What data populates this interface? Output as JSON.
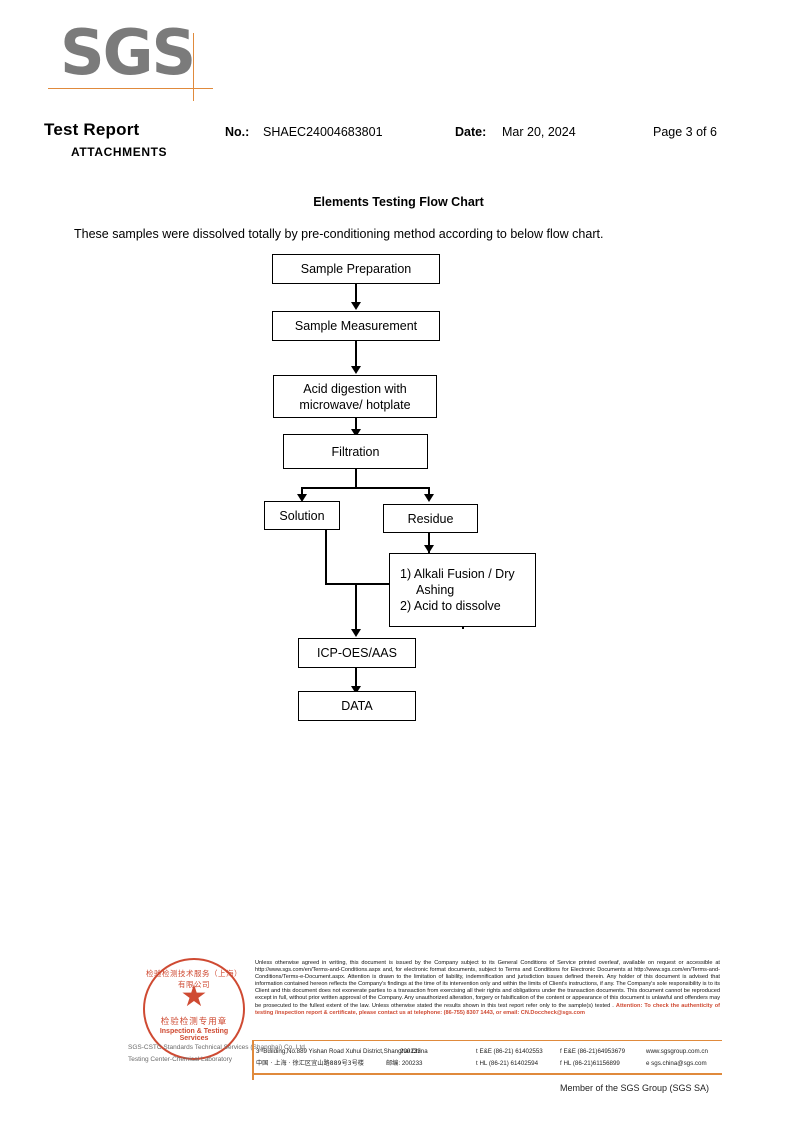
{
  "header": {
    "logo_text": "SGS",
    "title": "Test Report",
    "attachments_label": "ATTACHMENTS",
    "no_label": "No.:",
    "no_value": "SHAEC24004683801",
    "date_label": "Date:",
    "date_value": "Mar 20, 2024",
    "page_info": "Page 3 of 6"
  },
  "section": {
    "flow_title": "Elements Testing Flow Chart",
    "flow_description": "These samples were dissolved totally by pre-conditioning method according to below flow chart."
  },
  "flowchart": {
    "type": "flow-diagram",
    "nodes": [
      {
        "id": "sample-preparation",
        "label": "Sample Preparation"
      },
      {
        "id": "sample-measurement",
        "label": "Sample Measurement"
      },
      {
        "id": "acid-digestion",
        "label": "Acid digestion with microwave/ hotplate"
      },
      {
        "id": "filtration",
        "label": "Filtration"
      },
      {
        "id": "solution",
        "label": "Solution"
      },
      {
        "id": "residue",
        "label": "Residue"
      },
      {
        "id": "alkali-fusion",
        "label": "1) Alkali Fusion / Dry Ashing\n2) Acid to dissolve"
      },
      {
        "id": "icp-oes-aas",
        "label": "ICP-OES/AAS"
      },
      {
        "id": "data",
        "label": "DATA"
      }
    ],
    "acid_digestion_line1": "Acid digestion with",
    "acid_digestion_line2": "microwave/ hotplate",
    "alkali_line1": "1) Alkali Fusion / Dry",
    "alkali_line2": "Ashing",
    "alkali_line3": "2) Acid to dissolve",
    "edges": [
      {
        "from": "sample-preparation",
        "to": "sample-measurement"
      },
      {
        "from": "sample-measurement",
        "to": "acid-digestion"
      },
      {
        "from": "acid-digestion",
        "to": "filtration"
      },
      {
        "from": "filtration",
        "to": "solution"
      },
      {
        "from": "filtration",
        "to": "residue"
      },
      {
        "from": "residue",
        "to": "alkali-fusion"
      },
      {
        "from": "solution",
        "to": "icp-oes-aas"
      },
      {
        "from": "alkali-fusion",
        "to": "icp-oes-aas"
      },
      {
        "from": "icp-oes-aas",
        "to": "data"
      }
    ]
  },
  "stamp": {
    "arc_text": "检验检测技术服务（上海）有限公司",
    "star": "★",
    "cn_text": "检验检测专用章",
    "en_text": "Inspection & Testing Services"
  },
  "footer": {
    "company_line1": "SGS-CSTC Standards Technical Services (Shanghai) Co.,Ltd.",
    "company_line2": "Testing Center-Chemical Laboratory",
    "legal_main": "Unless otherwise agreed in writing, this document is issued by the Company subject to its General Conditions of Service printed overleaf, available on request or accessible at http://www.sgs.com/en/Terms-and-Conditions.aspx and, for electronic format documents, subject to Terms and Conditions for Electronic Documents at http://www.sgs.com/en/Terms-and-Conditions/Terms-e-Document.aspx. Attention is drawn to the limitation of liability, indemnification and jurisdiction issues defined therein. Any holder of this document is advised that information contained hereon reflects the Company's findings at the time of its intervention only and within the limits of Client's instructions, if any. The Company's sole responsibility is to its Client and this document does not exonerate parties to a transaction from exercising all their rights and obligations under the transaction documents. This document cannot be reproduced except in full, without prior written approval of the Company. Any unauthorized alteration, forgery or falsification of the content or appearance of this document is unlawful and offenders may be prosecuted to the fullest extent of the law. Unless otherwise stated the results shown in this test report refer only to the sample(s) tested .",
    "legal_attention": "Attention: To check the authenticity of testing /inspection report & certificate, please contact us at telephone: (86-755) 8307 1443, or email: CN.Doccheck@sgs.com",
    "address_en": "3ʳᵈBuilding,No.889 Yishan Road Xuhui District,Shanghai China",
    "address_cn": "中国 · 上海 · 徐汇区宜山路889号3号楼",
    "zip_en": "200233",
    "zip_cn_label": "邮编: 200233",
    "tel_ee": "t E&E (86-21) 61402553",
    "tel_hl": "t HL (86-21) 61402594",
    "fax_ee": "f E&E (86-21)64953679",
    "fax_hl": "f HL (86-21)61156899",
    "website": "www.sgsgroup.com.cn",
    "email": "e  sgs.china@sgs.com",
    "member_note": "Member of the SGS Group (SGS SA)"
  }
}
